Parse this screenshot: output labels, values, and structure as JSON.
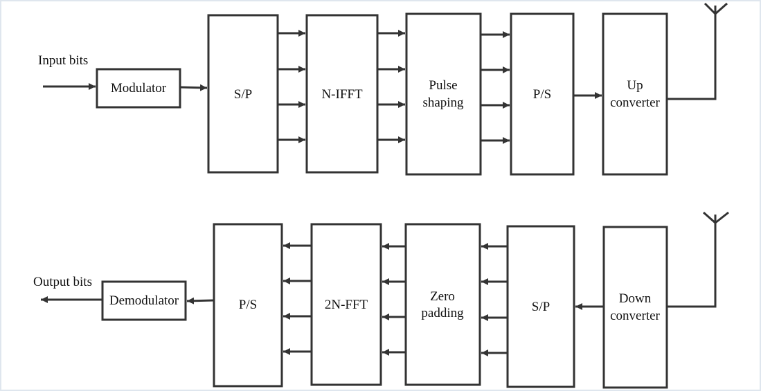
{
  "transmitter": {
    "input_label": "Input bits",
    "modulator": "Modulator",
    "sp": "S/P",
    "nifft": "N-IFFT",
    "pulse_line1": "Pulse",
    "pulse_line2": "shaping",
    "ps": "P/S",
    "up_line1": "Up",
    "up_line2": "converter"
  },
  "receiver": {
    "output_label": "Output bits",
    "demodulator": "Demodulator",
    "ps": "P/S",
    "fft2n": "2N-FFT",
    "zero_line1": "Zero",
    "zero_line2": "padding",
    "sp": "S/P",
    "down_line1": "Down",
    "down_line2": "converter"
  },
  "colors": {
    "stroke": "#333333",
    "text": "#111111",
    "frame": "#dfe6ee"
  }
}
